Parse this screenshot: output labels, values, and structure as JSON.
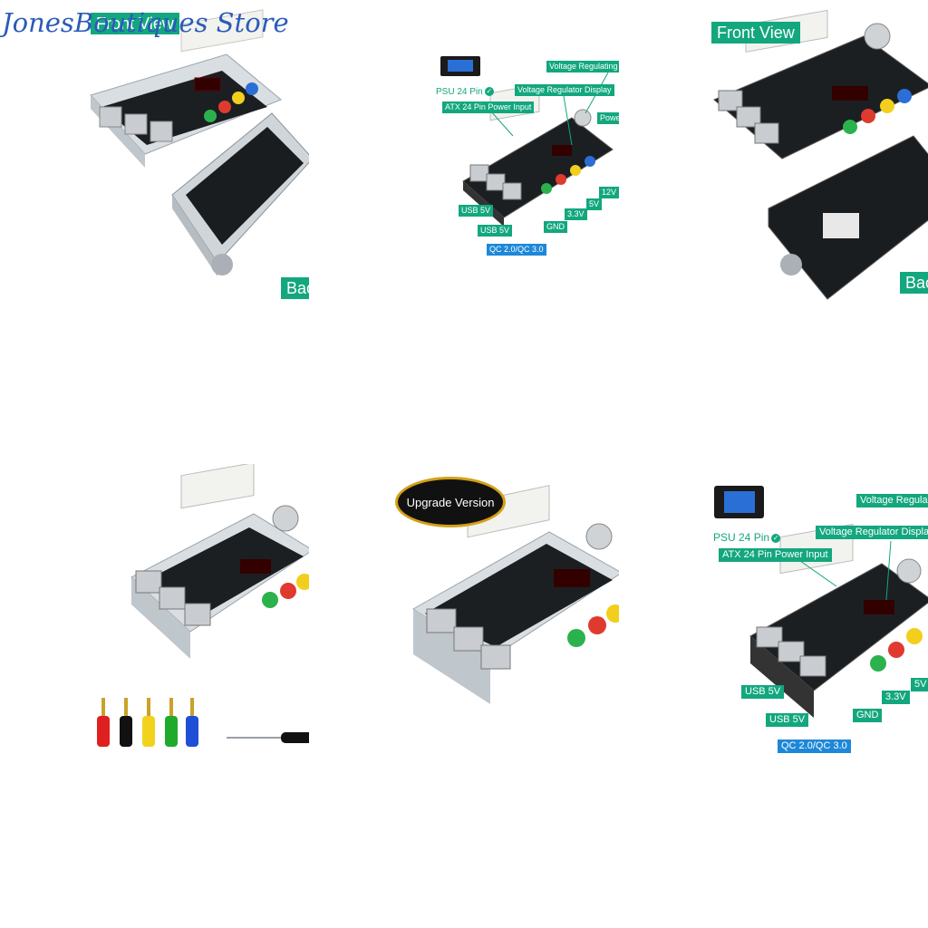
{
  "watermark": "JonesBoutiques Store",
  "tile1": {
    "front": "Front View",
    "back": "Bac"
  },
  "tile2": {
    "psu": "PSU 24 Pin",
    "atx": "ATX 24 Pin Power Input",
    "vreg_knob": "Voltage Regulating K",
    "vreg_display": "Voltage Regulator Display",
    "power": "Power",
    "usb1": "USB 5V",
    "usb2": "USB 5V",
    "qc": "QC 2.0/QC 3.0",
    "gnd": "GND",
    "v33": "3.3V",
    "v5": "5V",
    "v12": "12V"
  },
  "tile3": {
    "front": "Front View",
    "back": "Bac"
  },
  "tile5": {
    "badge": "Upgrade Version"
  },
  "tile6": {
    "psu": "PSU 24 Pin",
    "atx": "ATX 24 Pin Power Input",
    "vreg_knob": "Voltage Regula",
    "vreg_display": "Voltage Regulator Displa",
    "usb1": "USB 5V",
    "usb2": "USB 5V",
    "qc": "QC 2.0/QC 3.0",
    "gnd": "GND",
    "v33": "3.3V",
    "v5": "5V"
  },
  "colors": {
    "label_green": "#13a77e",
    "label_blue": "#1e88d8",
    "watermark": "#2a5bb8",
    "badge_border": "#d4a017"
  }
}
